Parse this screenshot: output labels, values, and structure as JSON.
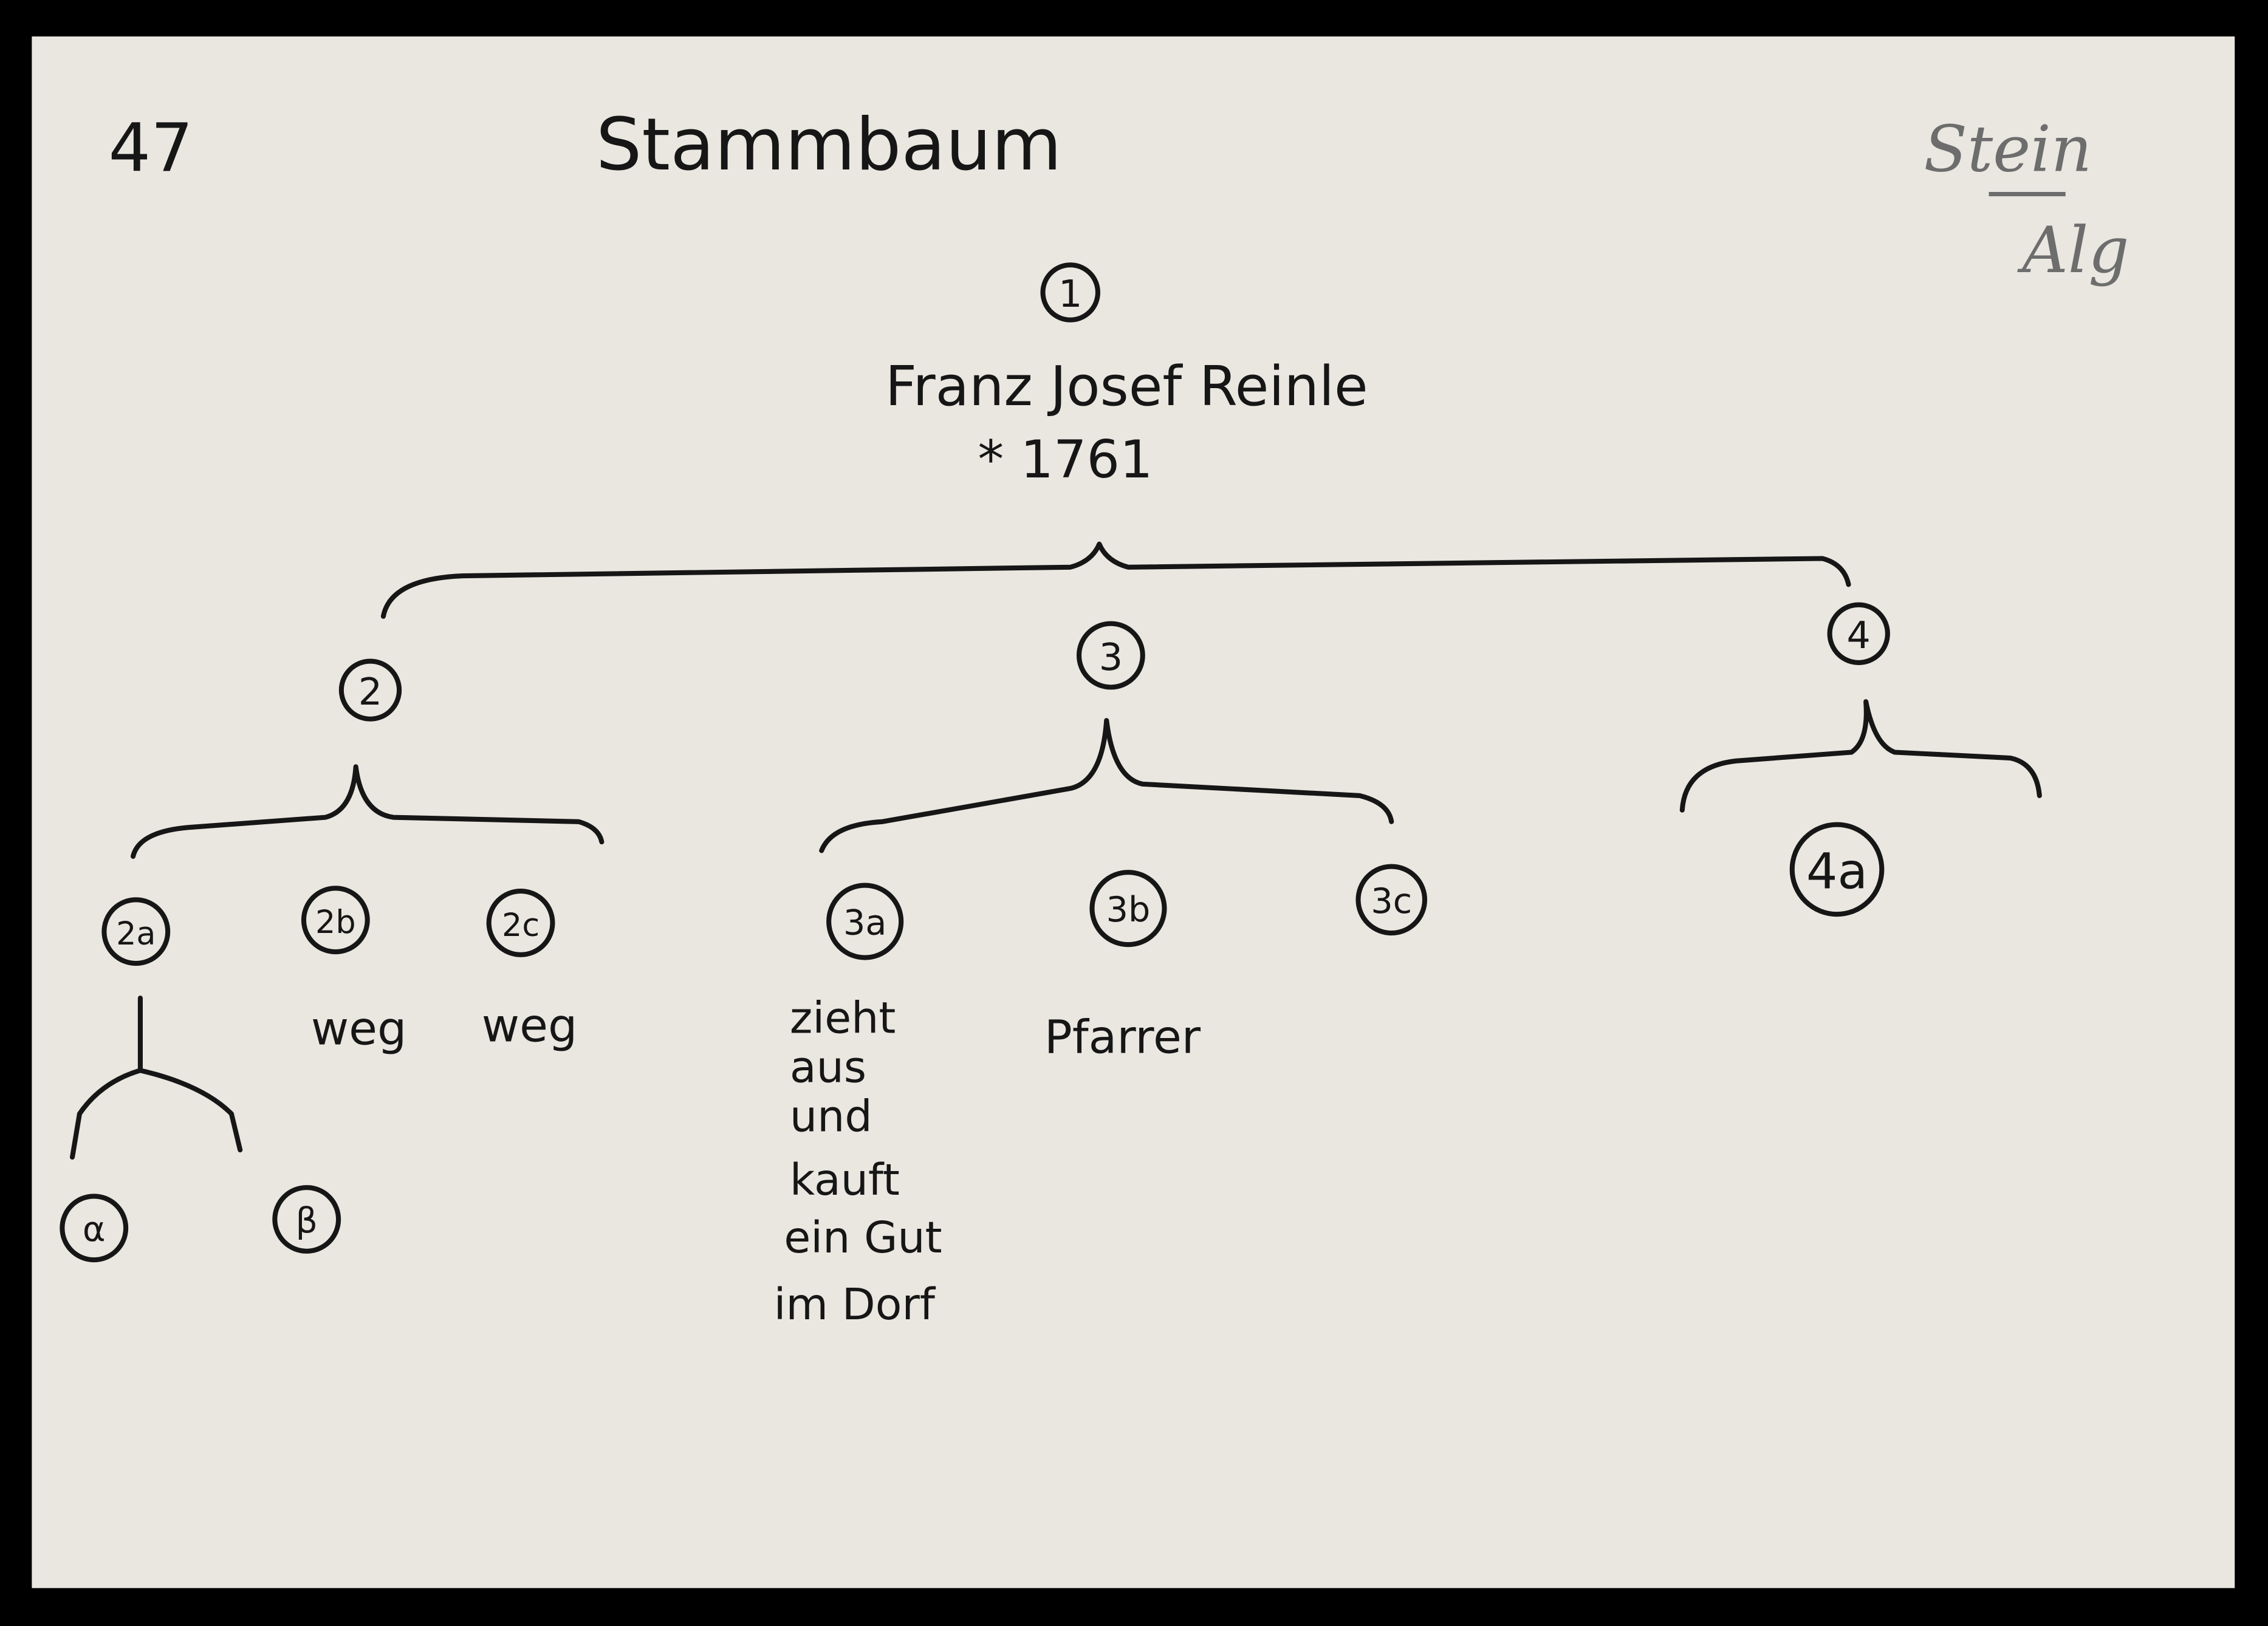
{
  "card": {
    "number": "47",
    "title": "Stammbaum",
    "pencil_note_top": "Stein",
    "pencil_note_bottom": "Alg"
  },
  "root": {
    "id": "1",
    "name": "Franz Josef Reinle",
    "birth": "* 1761"
  },
  "children": [
    {
      "id": "2",
      "children": [
        {
          "id": "2a",
          "note": "",
          "children": [
            {
              "id": "α"
            },
            {
              "id": "β"
            }
          ]
        },
        {
          "id": "2b",
          "note": "weg"
        },
        {
          "id": "2c",
          "note": "weg"
        }
      ]
    },
    {
      "id": "3",
      "children": [
        {
          "id": "3a",
          "note_lines": [
            "zieht",
            "aus",
            "und",
            "kauft",
            "ein Gut",
            "im Dorf"
          ]
        },
        {
          "id": "3b",
          "note": "Pfarrer"
        },
        {
          "id": "3c"
        }
      ]
    },
    {
      "id": "4",
      "children": [
        {
          "id": "4a"
        }
      ]
    }
  ],
  "colors": {
    "paper": "#e9e7e0",
    "ink": "#161616",
    "pencil": "#6d6d6d",
    "background": "#000000"
  }
}
